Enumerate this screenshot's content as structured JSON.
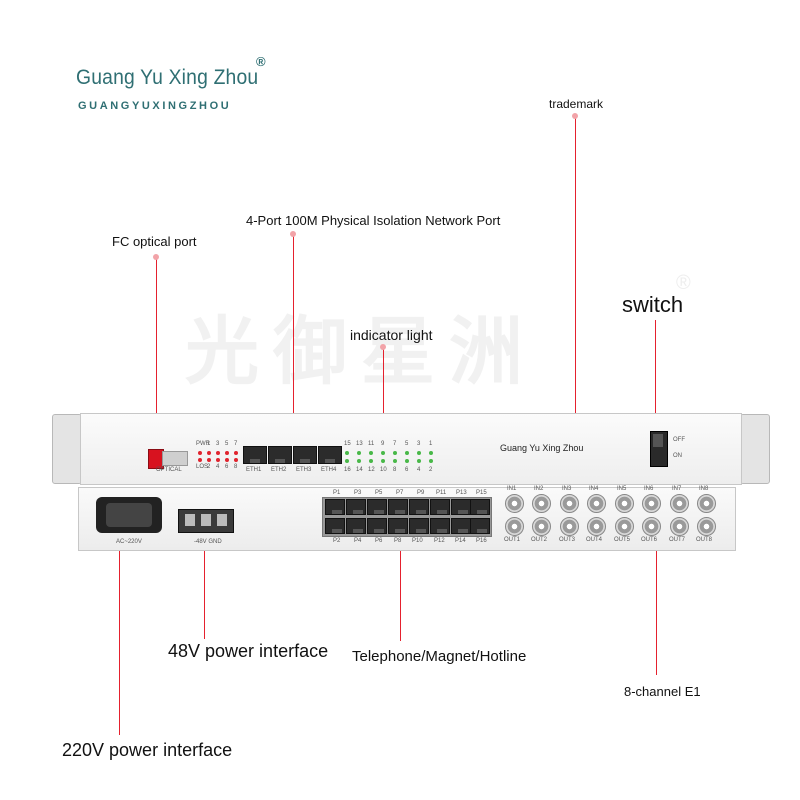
{
  "brand": {
    "name": "Guang Yu Xing Zhou",
    "registered": "®",
    "subtitle": "GUANGYUXINGZHOU"
  },
  "watermark": {
    "text": "光御星洲",
    "registered": "®"
  },
  "callouts": {
    "trademark": "trademark",
    "network_port": "4-Port 100M Physical Isolation Network Port",
    "fc_optical": "FC optical port",
    "switch": "switch",
    "indicator": "indicator light",
    "power_48v": "48V power interface",
    "telephone": "Telephone/Magnet/Hotline",
    "e1": "8-channel E1",
    "power_220v": "220V power interface"
  },
  "device_upper": {
    "panel_brand": "Guang Yu Xing Zhou",
    "optical_label": "OPTICAL",
    "pwr_label": "PWR",
    "los_label": "LOS",
    "pwr_nums": [
      "1",
      "3",
      "5",
      "7"
    ],
    "los_nums": [
      "2",
      "4",
      "6",
      "8"
    ],
    "eth_labels": [
      "ETH1",
      "ETH2",
      "ETH3",
      "ETH4"
    ],
    "channel_nums": [
      "15",
      "13",
      "11",
      "9",
      "7",
      "5",
      "3",
      "1"
    ],
    "channel_nums_low": [
      "16",
      "14",
      "12",
      "10",
      "8",
      "6",
      "4",
      "2"
    ],
    "switch_off": "OFF",
    "switch_on": "ON"
  },
  "device_lower": {
    "ac_label": "AC~220V",
    "dc_label": "-48V GND",
    "phone_top": [
      "P1",
      "P3",
      "P5",
      "P7",
      "P9",
      "P11",
      "P13",
      "P15"
    ],
    "phone_bottom": [
      "P2",
      "P4",
      "P6",
      "P8",
      "P10",
      "P12",
      "P14",
      "P16"
    ],
    "e1_in": [
      "IN1",
      "IN2",
      "IN3",
      "IN4",
      "IN5",
      "IN6",
      "IN7",
      "IN8"
    ],
    "e1_out": [
      "OUT1",
      "OUT2",
      "OUT3",
      "OUT4",
      "OUT5",
      "OUT6",
      "OUT7",
      "OUT8"
    ]
  }
}
